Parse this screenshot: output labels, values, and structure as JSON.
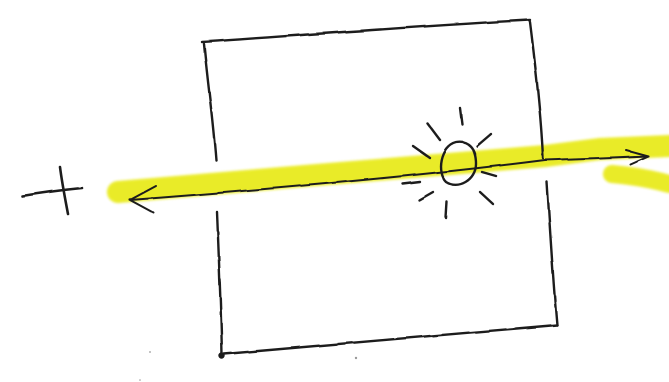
{
  "diagram": {
    "style": "hand-drawn sketch",
    "elements": [
      "plus-sign",
      "square-box",
      "light-source",
      "highlighted-arrow-line"
    ],
    "colors": {
      "paper": "#ffffff",
      "ink": "#1f1f1f",
      "highlighter": "#e8ea12"
    }
  }
}
